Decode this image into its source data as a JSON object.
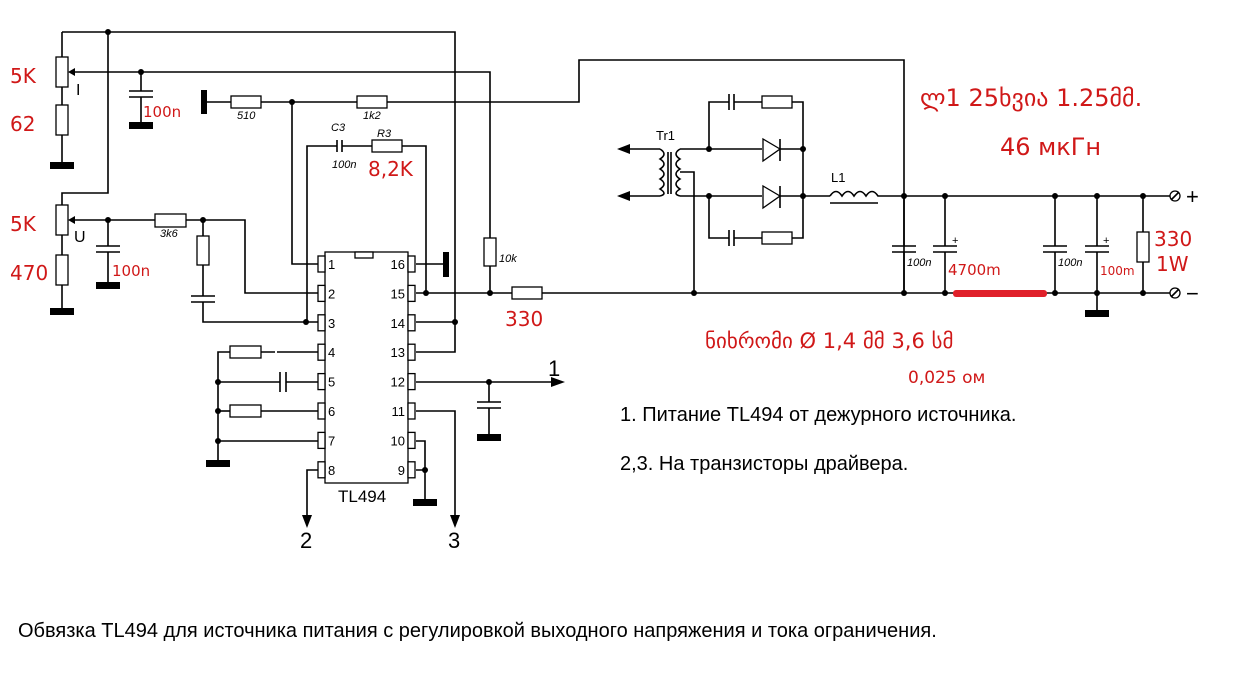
{
  "diagram": {
    "ic": {
      "name": "TL494",
      "pins_left": [
        "1",
        "2",
        "3",
        "4",
        "5",
        "6",
        "7",
        "8"
      ],
      "pins_right": [
        "16",
        "15",
        "14",
        "13",
        "12",
        "11",
        "10",
        "9"
      ]
    },
    "components": {
      "pot_current": {
        "value": "5K",
        "symbol": "I"
      },
      "r_current_bottom": {
        "value": "62"
      },
      "c_current": {
        "value": "100n"
      },
      "pot_voltage": {
        "value": "5K",
        "symbol": "U"
      },
      "r_voltage_bottom": {
        "value": "470"
      },
      "c_voltage": {
        "value": "100n"
      },
      "r_510": {
        "value": "510"
      },
      "r_1k2": {
        "value": "1k2"
      },
      "c3": {
        "ref": "C3",
        "value": "100n"
      },
      "r3": {
        "ref": "R3",
        "value": "8,2K"
      },
      "r_3k6": {
        "value": "3k6"
      },
      "r_10k": {
        "value": "10k"
      },
      "r_330_sense": {
        "value": "330"
      },
      "transformer": {
        "ref": "Tr1"
      },
      "inductor": {
        "ref": "L1"
      },
      "c_out1": {
        "value": "100n"
      },
      "c_out_elec1": {
        "value": "4700m"
      },
      "c_out2": {
        "value": "100n"
      },
      "c_out_elec2": {
        "value": "100m"
      },
      "r_load": {
        "value": "330",
        "power": "1W"
      }
    },
    "terminals": {
      "plus": "+",
      "minus": "−"
    },
    "outputs": {
      "supply": "1",
      "driver_a": "2",
      "driver_b": "3"
    },
    "polarity_plus": "+"
  },
  "annotations": {
    "inductor_note_line1": "ლ1  25ხვია  1.25მმ.",
    "inductor_note_line2": "46 мкГн",
    "shunt_note": "ნიხრომი Ø 1,4 მმ   3,6 სმ",
    "shunt_resistance": "0,025 ом",
    "shunt_color": "#e0202a"
  },
  "notes": [
    "1. Питание TL494 от дежурного источника.",
    "2,3. На транзисторы драйвера."
  ],
  "caption": "Обвязка TL494 для источника питания с регулировкой выходного напряжения и тока ограничения."
}
